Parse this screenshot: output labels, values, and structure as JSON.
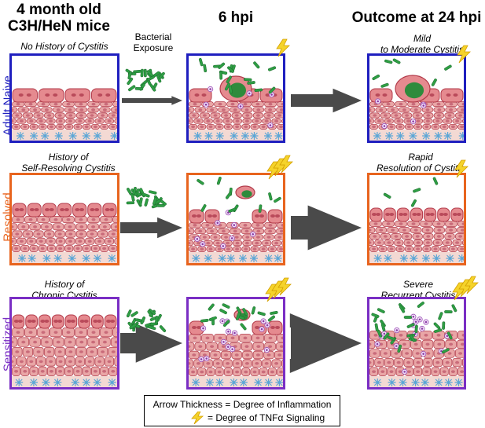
{
  "header": {
    "mice_line1": "4 month old",
    "mice_line2": "C3H/HeN mice",
    "time_6": "6 hpi",
    "outcome": "Outcome at 24 hpi"
  },
  "exposure": {
    "line1": "Bacterial",
    "line2": "Exposure"
  },
  "rows": [
    {
      "label": "Adult Naive",
      "color": "#1f1fbf",
      "history_line1": "No History of Cystitis",
      "history_line2": "",
      "outcome_line1": "Mild",
      "outcome_line2": "to Moderate Cystitis"
    },
    {
      "label": "Resolved",
      "color": "#e8641e",
      "history_line1": "History of",
      "history_line2": "Self-Resolving Cystitis",
      "outcome_line1": "Rapid",
      "outcome_line2": "Resolution of Cystitis"
    },
    {
      "label": "Sensitized",
      "color": "#7a2ec4",
      "history_line1": "History of",
      "history_line2": "Chronic Cystitis",
      "outcome_line1": "Severe",
      "outcome_line2": "Recurrent Cystitis"
    }
  ],
  "legend": {
    "line1": "Arrow Thickness = Degree of Inflammation",
    "line2": "= Degree of TNFα Signaling"
  },
  "colors": {
    "tissue": "#e9a6a6",
    "cell_border": "#b23a4a",
    "bacteria": "#2e9e44",
    "arrow": "#4a4a4a",
    "bolt": "#f5d32a"
  }
}
